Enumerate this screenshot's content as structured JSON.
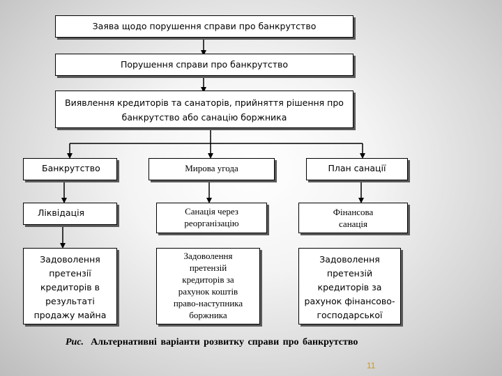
{
  "diagram": {
    "step1": "Заява щодо порушення справи про банкрутство",
    "step2": "Порушення справи про банкрутство",
    "step3_line1": "Виявлення кредиторів та санаторів, прийняття рішення про",
    "step3_line2": "банкрутство або санацію боржника",
    "branch_left": {
      "title": "Банкрутство",
      "sub": "Ліквідація",
      "result": [
        "Задоволення",
        "претензії",
        "кредиторів в",
        "результаті",
        "продажу майна"
      ]
    },
    "branch_middle": {
      "title": "Мирова угода",
      "sub": [
        "Санація через",
        "реорганізацію"
      ],
      "result": [
        "Задоволення",
        "претензій",
        "кредиторів за",
        "рахунок коштів",
        "право-наступника",
        "боржника"
      ]
    },
    "branch_right": {
      "title": "План санації",
      "sub": [
        "Фінансова",
        "санація"
      ],
      "result": [
        "Задоволення",
        "претензій",
        "кредиторів за",
        "рахунок фінансово-",
        "господарської"
      ]
    }
  },
  "caption": {
    "label": "Рис.",
    "text": "Альтернативні варіанти розвитку справи про банкрутство"
  },
  "page_number": "11"
}
